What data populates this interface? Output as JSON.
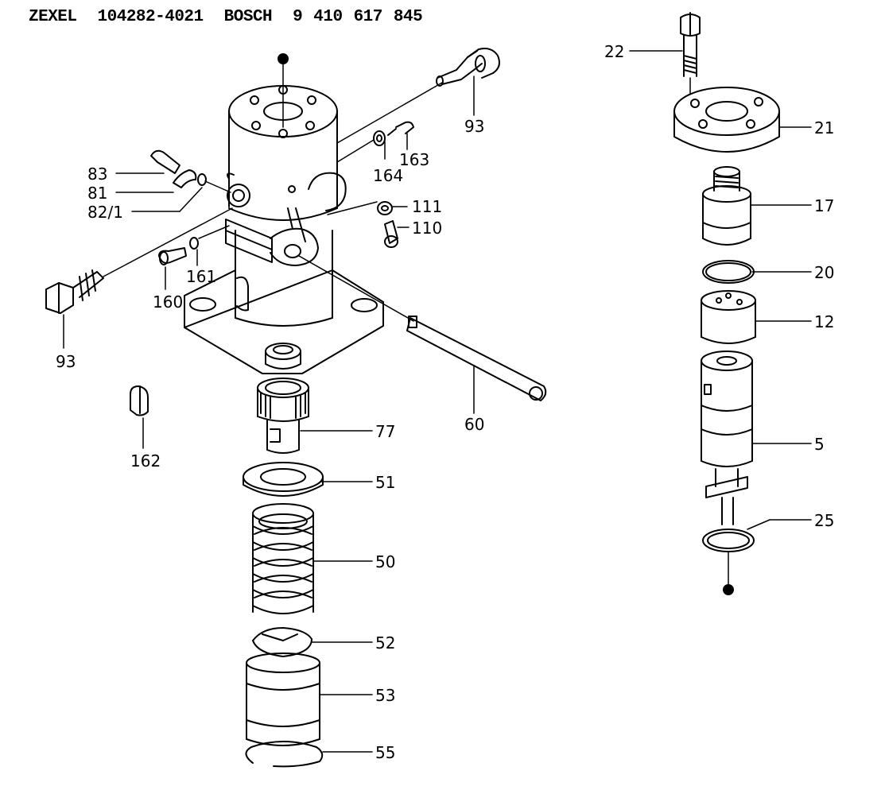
{
  "header": {
    "maker": "ZEXEL",
    "maker_part_no": "104282-4021",
    "brand": "BOSCH",
    "brand_part_no": [
      "9",
      "410",
      "617",
      "845"
    ]
  },
  "callouts": [
    {
      "id": "93a",
      "text": "93"
    },
    {
      "id": "163",
      "text": "163"
    },
    {
      "id": "164",
      "text": "164"
    },
    {
      "id": "83",
      "text": "83"
    },
    {
      "id": "81",
      "text": "81"
    },
    {
      "id": "82-1",
      "text": "82/1"
    },
    {
      "id": "111",
      "text": "111"
    },
    {
      "id": "110",
      "text": "110"
    },
    {
      "id": "161",
      "text": "161"
    },
    {
      "id": "160",
      "text": "160"
    },
    {
      "id": "93b",
      "text": "93"
    },
    {
      "id": "60",
      "text": "60"
    },
    {
      "id": "162",
      "text": "162"
    },
    {
      "id": "77",
      "text": "77"
    },
    {
      "id": "51",
      "text": "51"
    },
    {
      "id": "50",
      "text": "50"
    },
    {
      "id": "52",
      "text": "52"
    },
    {
      "id": "53",
      "text": "53"
    },
    {
      "id": "55",
      "text": "55"
    },
    {
      "id": "22",
      "text": "22"
    },
    {
      "id": "21",
      "text": "21"
    },
    {
      "id": "17",
      "text": "17"
    },
    {
      "id": "20",
      "text": "20"
    },
    {
      "id": "12",
      "text": "12"
    },
    {
      "id": "5",
      "text": "5"
    },
    {
      "id": "25",
      "text": "25"
    }
  ]
}
